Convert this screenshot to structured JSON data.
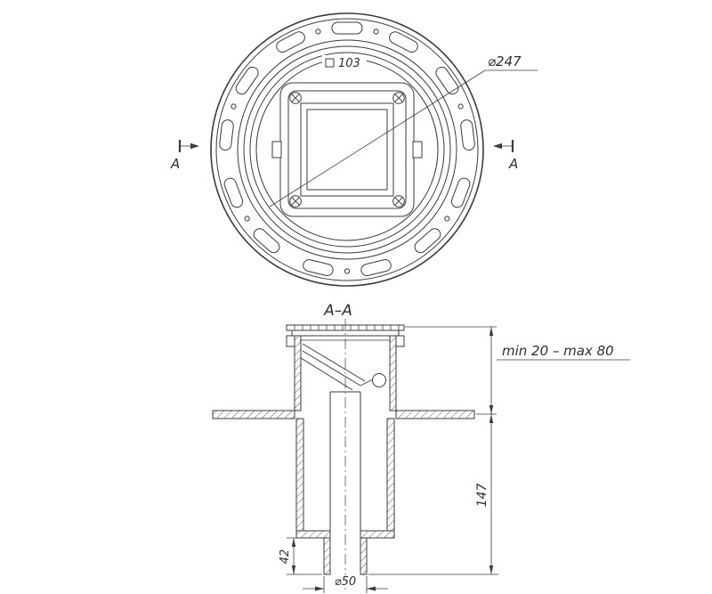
{
  "labels": {
    "grate_size": "103",
    "flange_diameter": "⌀247",
    "section_title": "A–A",
    "section_marker": "A",
    "height_range": "min 20 – max 80",
    "total_height": "147",
    "outlet_height": "42",
    "outlet_diameter": "⌀50"
  },
  "colors": {
    "line": "#3b3b3b",
    "background": "#ffffff"
  }
}
